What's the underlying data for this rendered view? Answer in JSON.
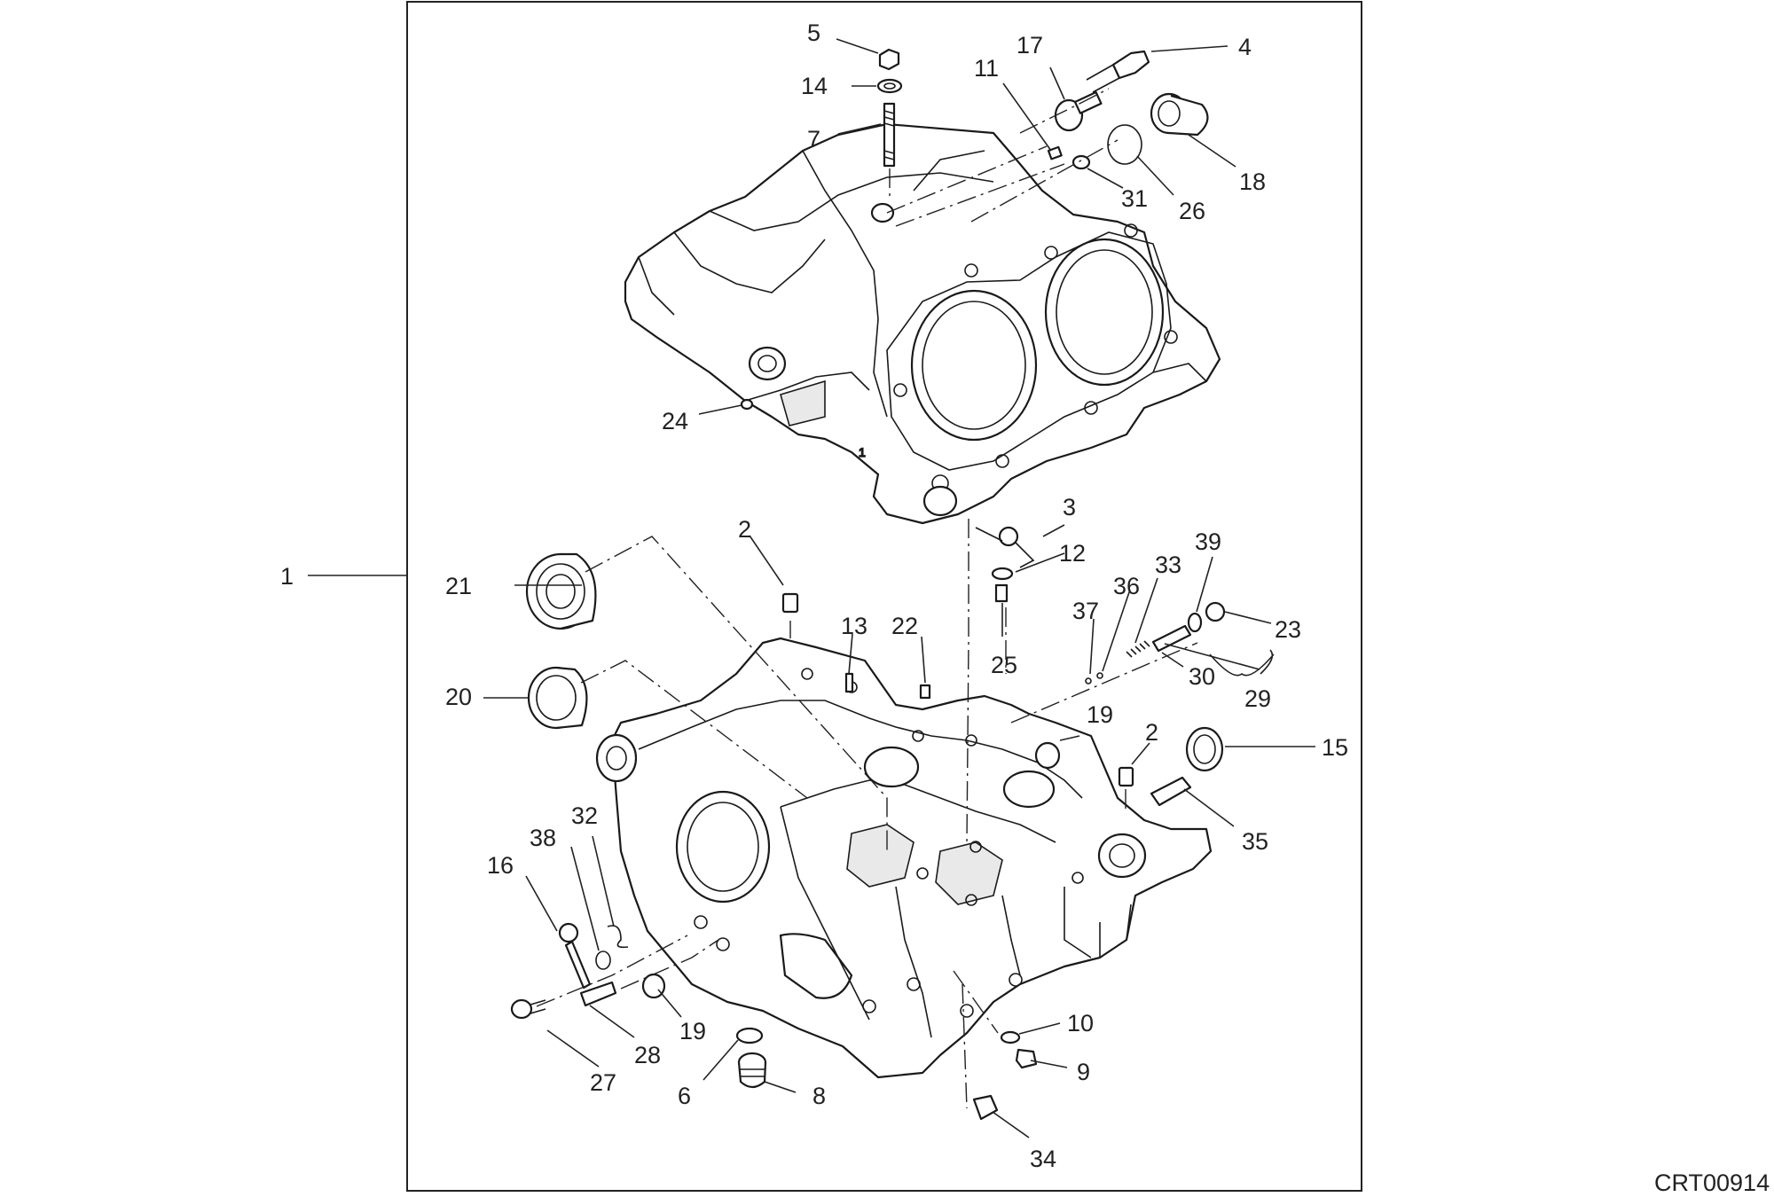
{
  "diagram": {
    "code": "CRT00914",
    "labels": [
      "1",
      "2",
      "2",
      "3",
      "4",
      "5",
      "6",
      "7",
      "8",
      "9",
      "10",
      "11",
      "12",
      "13",
      "14",
      "15",
      "16",
      "17",
      "18",
      "19",
      "19",
      "20",
      "21",
      "22",
      "23",
      "24",
      "25",
      "26",
      "27",
      "28",
      "29",
      "30",
      "31",
      "32",
      "33",
      "34",
      "35",
      "36",
      "37",
      "38",
      "39"
    ]
  }
}
